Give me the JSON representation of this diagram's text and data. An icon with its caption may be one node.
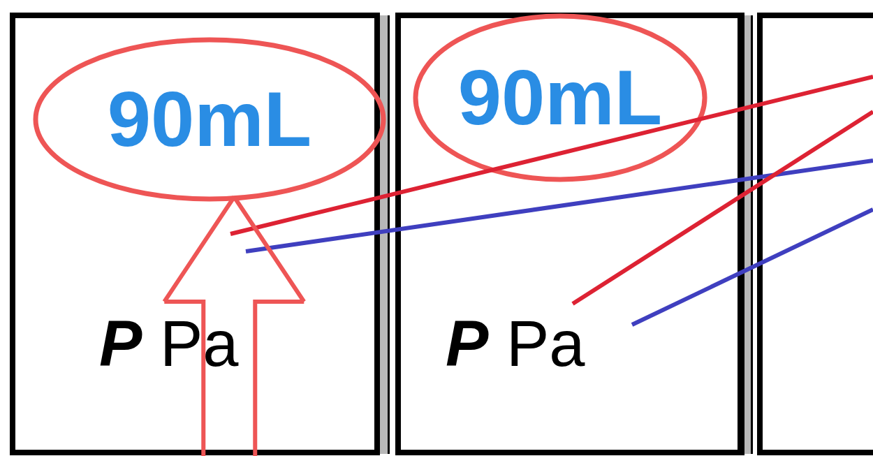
{
  "diagram": {
    "nodes": [
      {
        "text": [
          "*P* Pa"
        ]
      },
      {
        "text": [
          "90mL"
        ],
        "in": 0
      },
      {
        "text": [
          "*P* Pa"
        ]
      },
      {
        "text": [
          "90mL"
        ],
        "in": 2
      },
      {
        "text": [],
        "shape": "box"
      }
    ],
    "edges": [
      {
        "from": null,
        "to": 1,
        "arrow": "to"
      }
    ]
  }
}
